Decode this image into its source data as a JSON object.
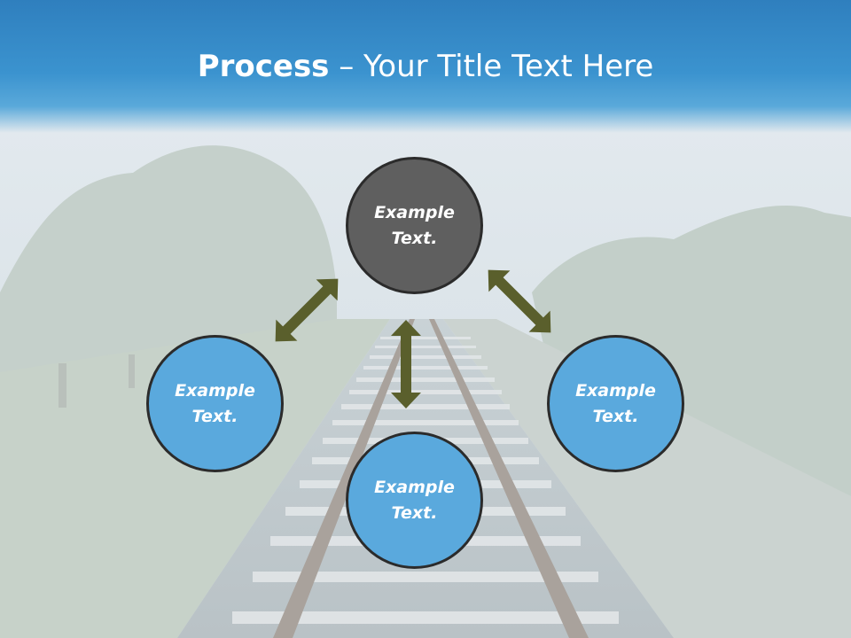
{
  "slide": {
    "title_bold": "Process",
    "title_rest": " – Your Title Text Here",
    "colors": {
      "header_blue": "#3b93cf",
      "center_node": "#5f5f5f",
      "outer_node": "#5aa9dd",
      "arrow": "#5a5f2c"
    }
  },
  "diagram": {
    "center": {
      "line1": "Example",
      "line2": "Text."
    },
    "left": {
      "line1": "Example",
      "line2": "Text."
    },
    "bottom": {
      "line1": "Example",
      "line2": "Text."
    },
    "right": {
      "line1": "Example",
      "line2": "Text."
    }
  }
}
